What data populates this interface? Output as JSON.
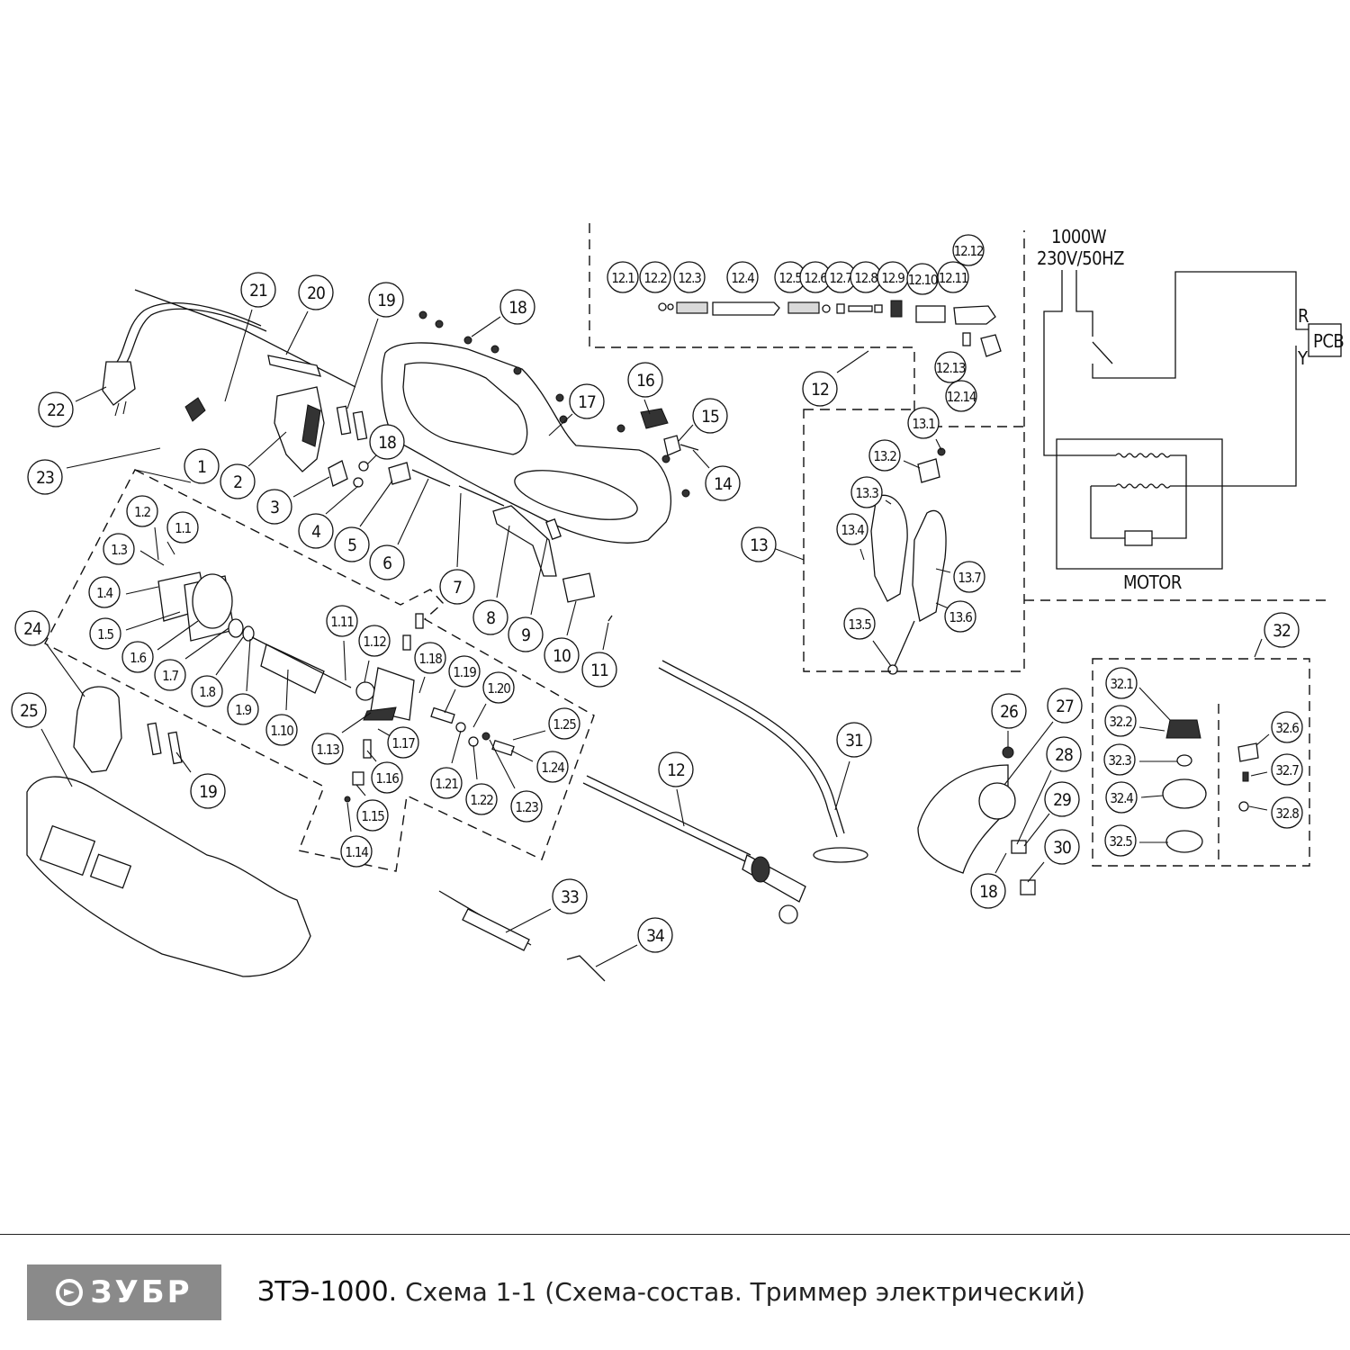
{
  "brand": {
    "logo_text": "ЗУБР"
  },
  "footer": {
    "model": "ЗТЭ-1000.",
    "title": "Схема 1-1 (Схема-состав. Триммер электрический)"
  },
  "circuit": {
    "power": "1000W",
    "voltage": "230V/50HZ",
    "pcb": "PCB",
    "wire_r": "R",
    "wire_y": "Y",
    "motor": "MOTOR"
  },
  "callouts": [
    "1",
    "1.1",
    "1.2",
    "1.3",
    "1.4",
    "1.5",
    "1.6",
    "1.7",
    "1.8",
    "1.9",
    "1.10",
    "1.11",
    "1.12",
    "1.13",
    "1.14",
    "1.15",
    "1.16",
    "1.17",
    "1.18",
    "1.19",
    "1.20",
    "1.21",
    "1.22",
    "1.23",
    "1.24",
    "1.25",
    "2",
    "3",
    "4",
    "5",
    "6",
    "7",
    "8",
    "9",
    "10",
    "11",
    "12",
    "12.1",
    "12.2",
    "12.3",
    "12.4",
    "12.5",
    "12.6",
    "12.7",
    "12.8",
    "12.9",
    "12.10",
    "12.11",
    "12.12",
    "12.13",
    "12.14",
    "13",
    "13.1",
    "13.2",
    "13.3",
    "13.4",
    "13.5",
    "13.6",
    "13.7",
    "14",
    "15",
    "16",
    "17",
    "18",
    "19",
    "20",
    "21",
    "22",
    "23",
    "24",
    "25",
    "26",
    "27",
    "28",
    "29",
    "30",
    "31",
    "32",
    "32.1",
    "32.2",
    "32.3",
    "32.4",
    "32.5",
    "32.6",
    "32.7",
    "32.8",
    "33",
    "34"
  ]
}
